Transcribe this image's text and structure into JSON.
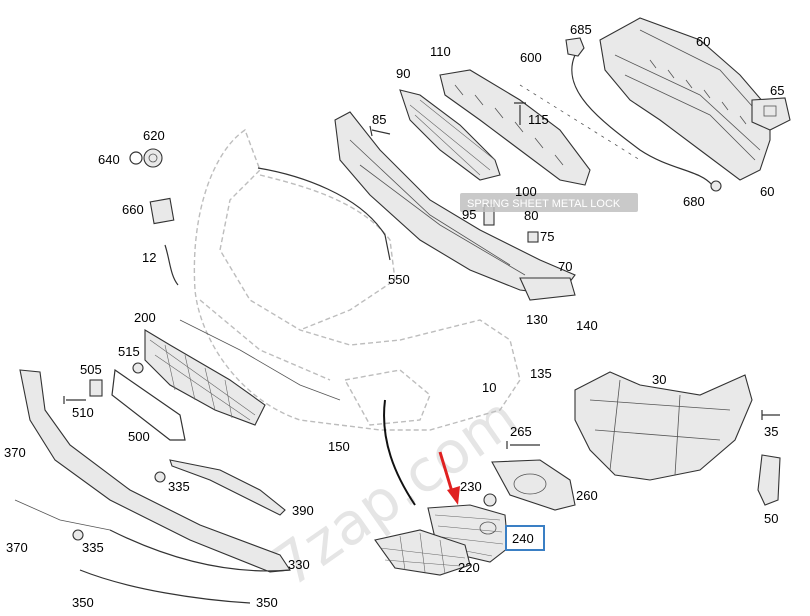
{
  "watermark": "7zap.com",
  "tooltip": {
    "text": "SPRING SHEET METAL LOCK"
  },
  "callout_label": "240",
  "colors": {
    "arrow": "#e02020",
    "highlight_box": "#3a7fc4",
    "watermark": "#d0d0d0"
  },
  "labels": [
    {
      "id": "685",
      "text": "685"
    },
    {
      "id": "60a",
      "text": "60"
    },
    {
      "id": "600",
      "text": "600"
    },
    {
      "id": "110",
      "text": "110"
    },
    {
      "id": "90",
      "text": "90"
    },
    {
      "id": "65",
      "text": "65"
    },
    {
      "id": "115",
      "text": "115"
    },
    {
      "id": "85",
      "text": "85"
    },
    {
      "id": "620",
      "text": "620"
    },
    {
      "id": "640",
      "text": "640"
    },
    {
      "id": "60b",
      "text": "60"
    },
    {
      "id": "100",
      "text": "100"
    },
    {
      "id": "680",
      "text": "680"
    },
    {
      "id": "660",
      "text": "660"
    },
    {
      "id": "95",
      "text": "95"
    },
    {
      "id": "80",
      "text": "80"
    },
    {
      "id": "75",
      "text": "75"
    },
    {
      "id": "12",
      "text": "12"
    },
    {
      "id": "550",
      "text": "550"
    },
    {
      "id": "70",
      "text": "70"
    },
    {
      "id": "200",
      "text": "200"
    },
    {
      "id": "130",
      "text": "130"
    },
    {
      "id": "140",
      "text": "140"
    },
    {
      "id": "515",
      "text": "515"
    },
    {
      "id": "505",
      "text": "505"
    },
    {
      "id": "135",
      "text": "135"
    },
    {
      "id": "30",
      "text": "30"
    },
    {
      "id": "10",
      "text": "10"
    },
    {
      "id": "510",
      "text": "510"
    },
    {
      "id": "500",
      "text": "500"
    },
    {
      "id": "150",
      "text": "150"
    },
    {
      "id": "265",
      "text": "265"
    },
    {
      "id": "35",
      "text": "35"
    },
    {
      "id": "370a",
      "text": "370"
    },
    {
      "id": "335a",
      "text": "335"
    },
    {
      "id": "230",
      "text": "230"
    },
    {
      "id": "260",
      "text": "260"
    },
    {
      "id": "390",
      "text": "390"
    },
    {
      "id": "50",
      "text": "50"
    },
    {
      "id": "370b",
      "text": "370"
    },
    {
      "id": "335b",
      "text": "335"
    },
    {
      "id": "330",
      "text": "330"
    },
    {
      "id": "220",
      "text": "220"
    },
    {
      "id": "350a",
      "text": "350"
    },
    {
      "id": "350b",
      "text": "350"
    }
  ]
}
